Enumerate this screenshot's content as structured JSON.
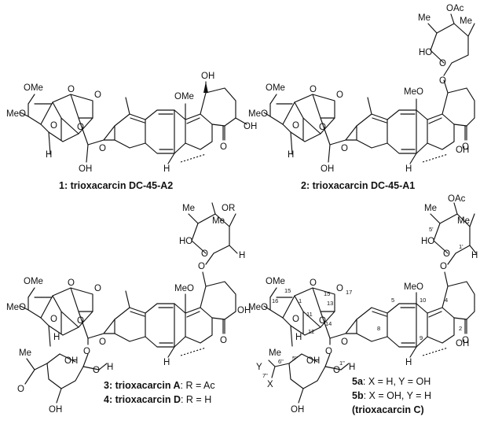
{
  "structures": [
    {
      "id": "s1",
      "caption": {
        "number": "1:",
        "name": "trioxacarcin DC-45-A2"
      },
      "labels": {
        "OMe_top": "OMe",
        "MeO_left": "MeO",
        "O1": "O",
        "O2": "O",
        "O3": "O",
        "O4": "O",
        "O5": "O",
        "H1": "H",
        "OH1": "OH",
        "OMe_ring": "OMe",
        "OH_top": "OH",
        "OH_right": "OH",
        "H2": "H",
        "O_ket": "O"
      }
    },
    {
      "id": "s2",
      "caption": {
        "number": "2:",
        "name": "trioxacarcin DC-45-A1"
      },
      "labels": {
        "OMe_top": "OMe",
        "MeO_left": "MeO",
        "O1": "O",
        "O2": "O",
        "O3": "O",
        "O4": "O",
        "O5": "O",
        "H1": "H",
        "OH1": "OH",
        "MeO_ring": "MeO",
        "O_link": "O",
        "OH_right": "OH",
        "H2": "H",
        "O_ket": "O",
        "Me1": "Me",
        "OAc": "OAc",
        "Me2": "Me",
        "HO": "HO",
        "O_sugar": "O"
      }
    },
    {
      "id": "s3",
      "caption": {
        "line1_num": "3:",
        "line1_name": "trioxacarcin A",
        "line1_rest": ": R = Ac",
        "line2_num": "4:",
        "line2_name": "trioxacarcin D",
        "line2_rest": ": R = H"
      },
      "labels": {
        "OMe_top": "OMe",
        "MeO_left": "MeO",
        "O1": "O",
        "O2": "O",
        "O3": "O",
        "O4": "O",
        "O5": "O",
        "H1": "H",
        "MeO_ring": "MeO",
        "O_link": "O",
        "OH_right": "OH",
        "H2": "H",
        "O_ket": "O",
        "OR": "OR",
        "Me1": "Me",
        "Me2": "Me",
        "HO": "HO",
        "O_sugar": "O",
        "H_sug": "H",
        "O_glyc": "O",
        "Me_ac": "Me",
        "O_acket": "O",
        "OH_low1": "OH",
        "O_low": "O",
        "OH_low2": "OH",
        "H_low": "H"
      }
    },
    {
      "id": "s4",
      "caption": {
        "line1_num": "5a",
        "line1_rest": ": X = H, Y = OH",
        "line2_num": "5b",
        "line2_rest": ": X = OH, Y = H",
        "line3": "(trioxacarcin C)"
      },
      "labels": {
        "OMe_top": "OMe",
        "MeO_left": "MeO",
        "O1": "O",
        "O2": "O",
        "O3": "O",
        "O4": "O",
        "O5": "O",
        "H1": "H",
        "MeO_ring": "MeO",
        "O_link": "O",
        "OH_right": "OH",
        "H2": "H",
        "O_ket": "O",
        "OAc": "OAc",
        "Me1": "Me",
        "Me2": "Me",
        "HO": "HO",
        "O_sugar": "O",
        "H_sug": "H",
        "O_glyc": "O",
        "Me_low": "Me",
        "Y": "Y",
        "X": "X",
        "OH_low1": "OH",
        "O_low": "O",
        "OH_low2": "OH",
        "H_low": "H"
      },
      "numbering": [
        "16",
        "15",
        "1",
        "11",
        "13",
        "15",
        "17",
        "12",
        "14",
        "8",
        "5",
        "10",
        "9",
        "4",
        "2",
        "5'",
        "1'",
        "6\"",
        "7\"",
        "5\"",
        "1\""
      ]
    }
  ]
}
